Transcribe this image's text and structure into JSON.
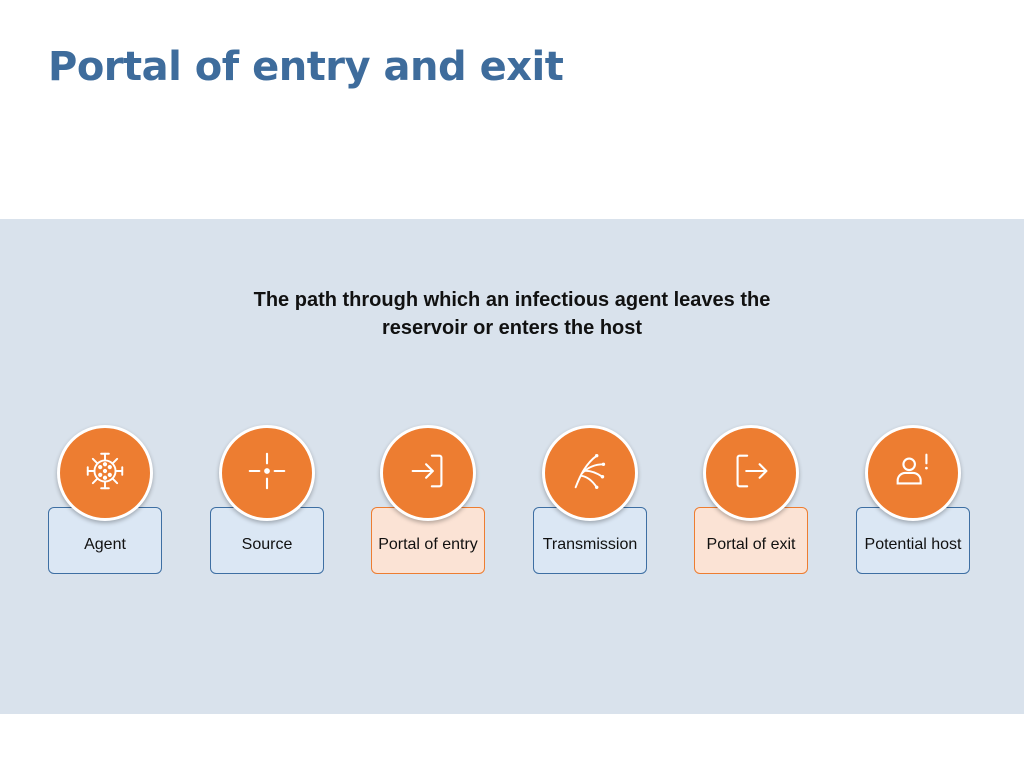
{
  "title": "Portal of entry and exit",
  "subtitle": {
    "line1": "The path through which an infectious agent leaves the",
    "line2": "reservoir or enters the host"
  },
  "colors": {
    "title": "#3e6c9c",
    "accent": "#ed7d31",
    "band": "#d9e2ec",
    "box_fill": "#dbe7f4",
    "box_border": "#3e6fa3",
    "highlight_fill": "#fbe3d5"
  },
  "steps": [
    {
      "label": "Agent",
      "icon": "virus-icon",
      "highlighted": false
    },
    {
      "label": "Source",
      "icon": "crosshair-icon",
      "highlighted": false
    },
    {
      "label": "Portal of entry",
      "icon": "enter-icon",
      "highlighted": true
    },
    {
      "label": "Transmission",
      "icon": "branching-paths-icon",
      "highlighted": false
    },
    {
      "label": "Portal of exit",
      "icon": "exit-icon",
      "highlighted": true
    },
    {
      "label": "Potential host",
      "icon": "person-alert-icon",
      "highlighted": false
    }
  ]
}
